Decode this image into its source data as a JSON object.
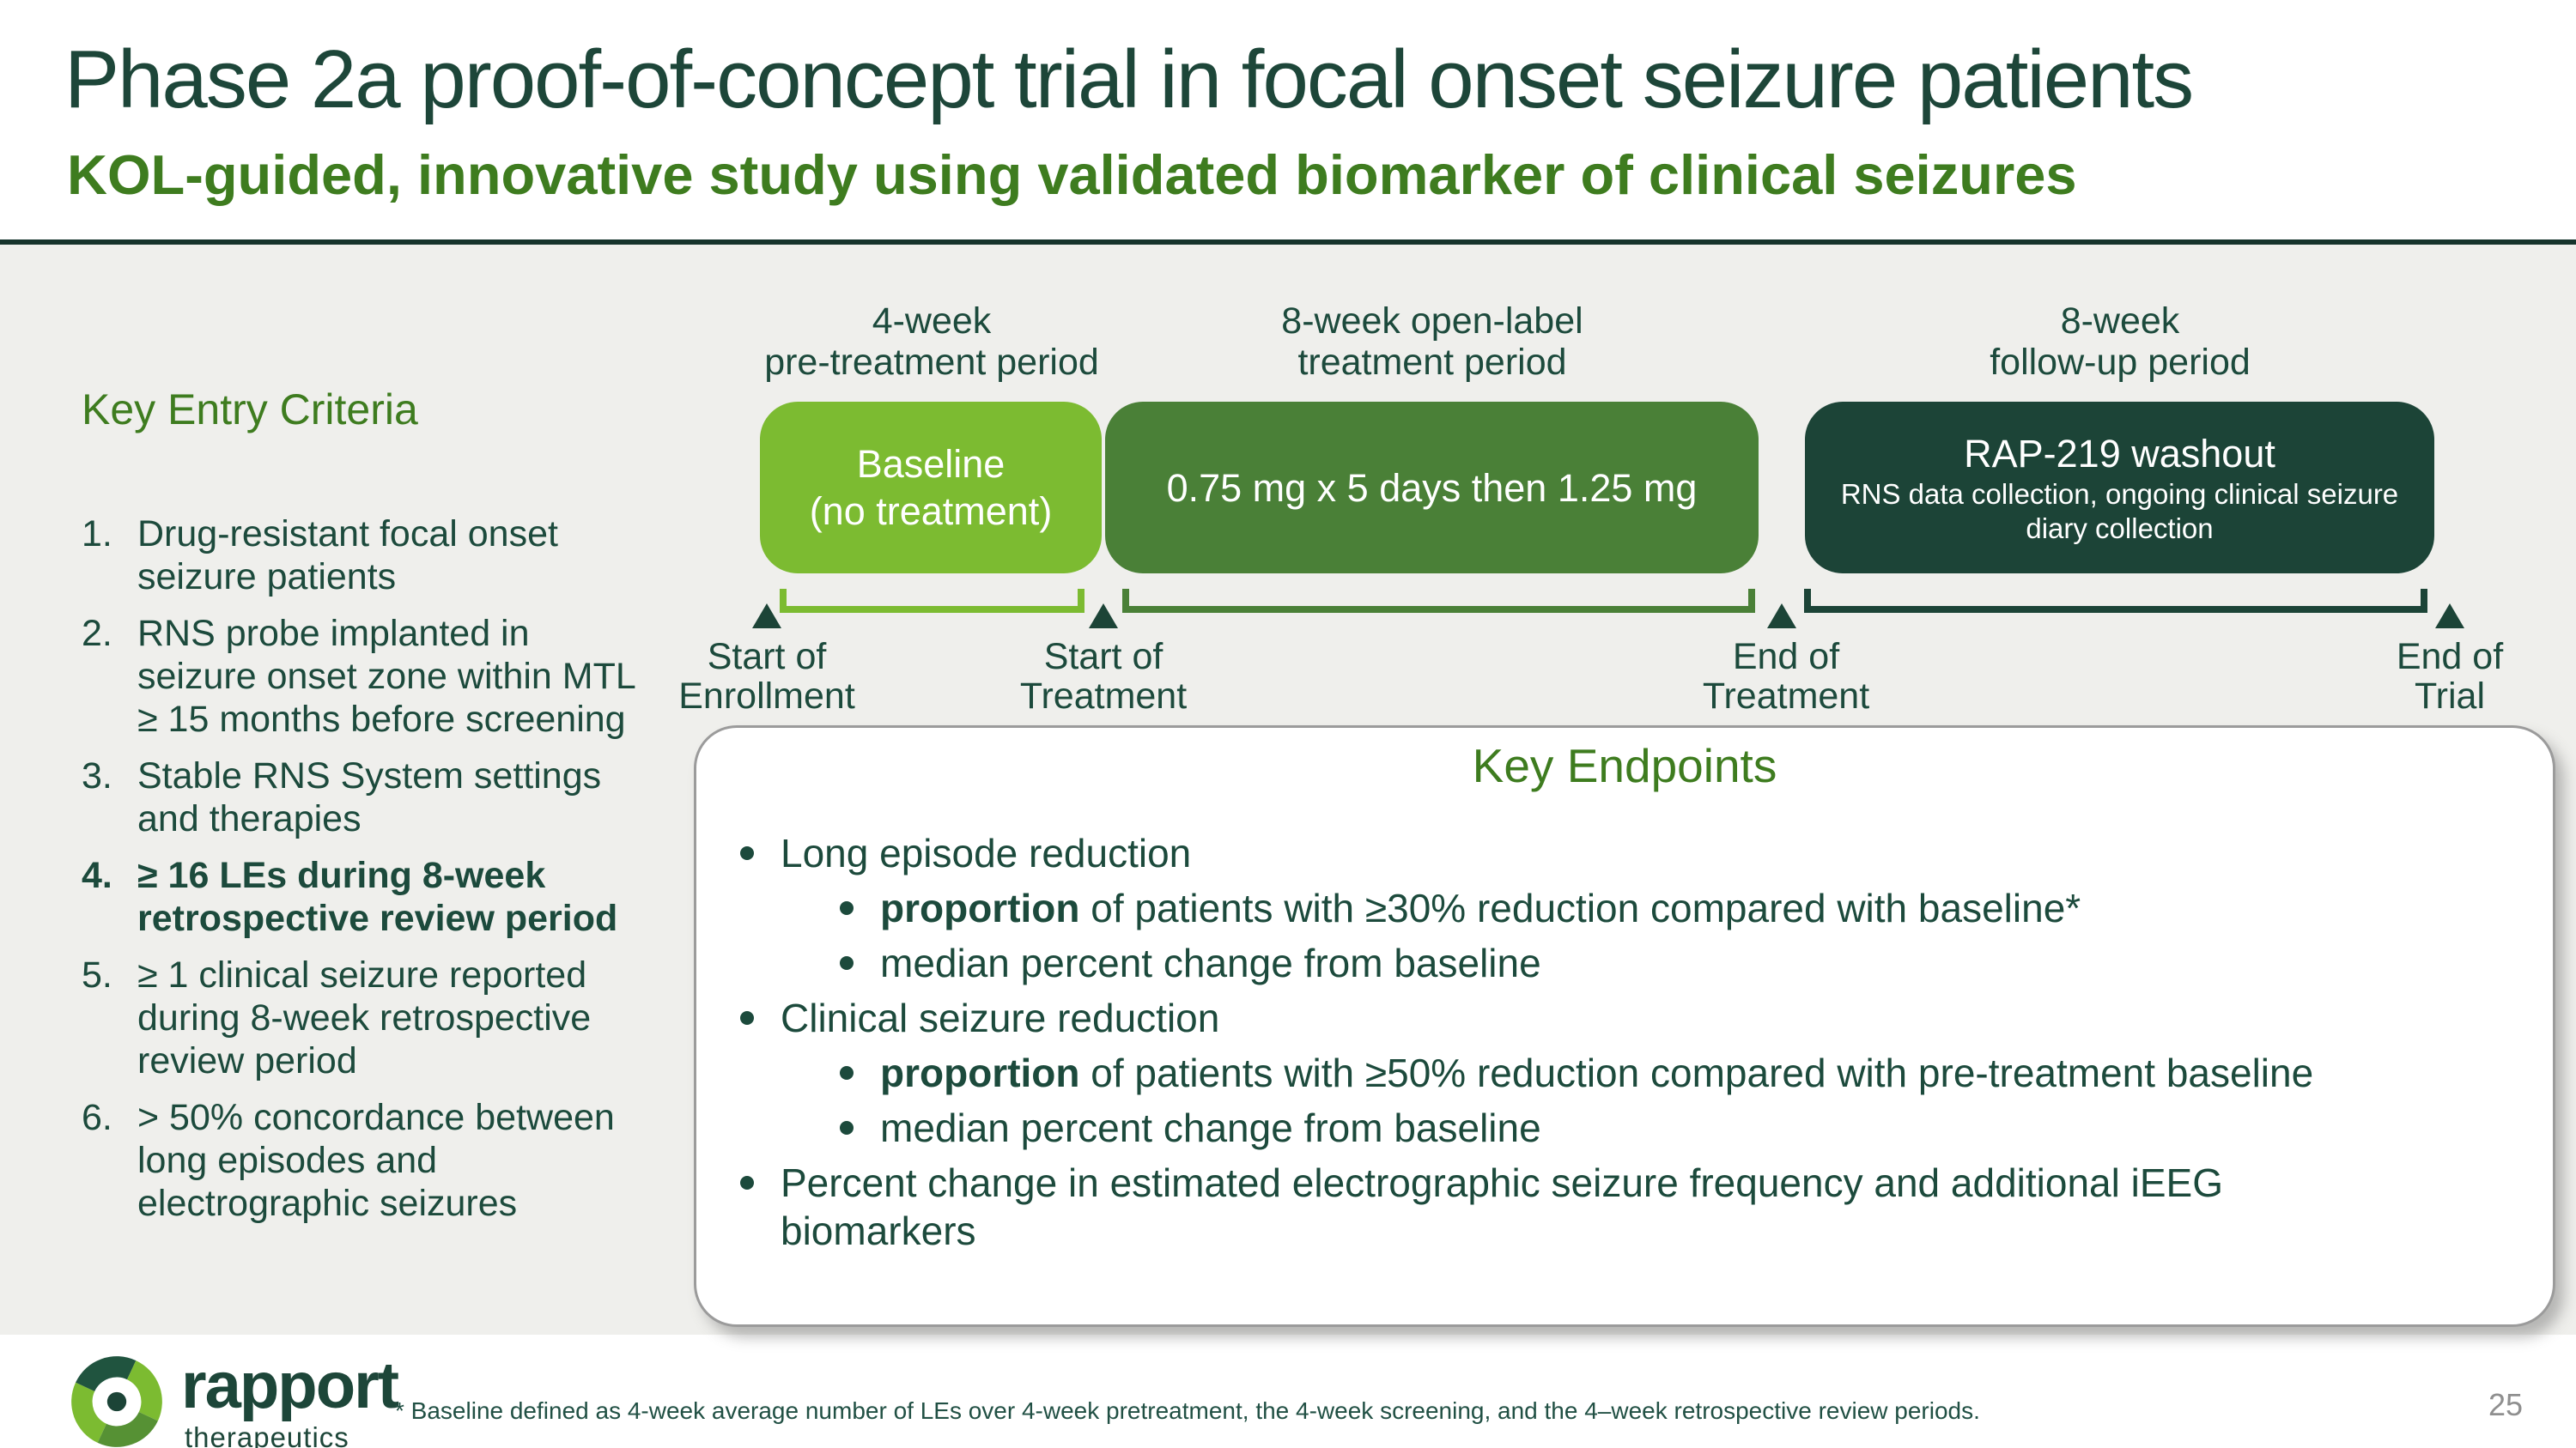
{
  "slide": {
    "title": "Phase 2a proof-of-concept trial in focal onset seizure patients",
    "subtitle": "KOL-guided, innovative study using validated biomarker of clinical seizures",
    "footnote": "* Baseline defined as 4-week average number of LEs over 4-week pretreatment, the 4-week screening, and the 4–week retrospective review periods.",
    "page_number": "25"
  },
  "colors": {
    "title_green": "#1d4639",
    "accent_green": "#3e7c1f",
    "body_green": "#1c4a3c",
    "box_light": "#7cbb31",
    "box_medium": "#4a8037",
    "box_dark": "#1c4437",
    "panel_gray": "#efefec",
    "divider": "#16342c",
    "page_number_gray": "#8f8f8f"
  },
  "logo": {
    "name": "rapport",
    "sub": "therapeutics"
  },
  "entry_criteria": {
    "heading": "Key Entry Criteria",
    "items": [
      {
        "num": "1.",
        "text": "Drug-resistant focal onset seizure patients",
        "bold": false
      },
      {
        "num": "2.",
        "text": "RNS probe implanted in seizure onset zone within MTL ≥ 15 months before screening",
        "bold": false
      },
      {
        "num": "3.",
        "text": "Stable RNS System settings and therapies",
        "bold": false
      },
      {
        "num": "4.",
        "text": "≥ 16 LEs during 8-week retrospective review period",
        "bold": true
      },
      {
        "num": "5.",
        "text": "≥ 1 clinical seizure reported during 8-week retrospective review period",
        "bold": false
      },
      {
        "num": "6.",
        "text": "> 50% concordance between long episodes and electrographic seizures",
        "bold": false
      }
    ]
  },
  "timeline": {
    "periods": [
      {
        "label_line1": "4-week",
        "label_line2": "pre-treatment period",
        "box_title": "Baseline",
        "box_subtitle": "(no treatment)",
        "color": "#7cbb31"
      },
      {
        "label_line1": "8-week open-label",
        "label_line2": "treatment period",
        "box_title": "0.75 mg x 5 days then 1.25 mg",
        "box_subtitle": "",
        "color": "#4a8037"
      },
      {
        "label_line1": "8-week",
        "label_line2": "follow-up period",
        "box_title": "RAP-219 washout",
        "box_subtitle": "RNS data collection, ongoing clinical seizure diary collection",
        "color": "#1c4437"
      }
    ],
    "milestones": [
      {
        "line1": "Start of",
        "line2": "Enrollment"
      },
      {
        "line1": "Start of",
        "line2": "Treatment"
      },
      {
        "line1": "End of",
        "line2": "Treatment"
      },
      {
        "line1": "End of",
        "line2": "Trial"
      }
    ]
  },
  "endpoints": {
    "heading": "Key Endpoints",
    "bullets": [
      {
        "level": 1,
        "lead": "",
        "text": "Long episode reduction"
      },
      {
        "level": 2,
        "lead": "proportion",
        "text": " of patients with ≥30% reduction compared with baseline*"
      },
      {
        "level": 2,
        "lead": "",
        "text": "median percent change from baseline"
      },
      {
        "level": 1,
        "lead": "",
        "text": "Clinical seizure reduction"
      },
      {
        "level": 2,
        "lead": "proportion",
        "text": " of patients with ≥50% reduction compared with pre-treatment baseline"
      },
      {
        "level": 2,
        "lead": "",
        "text": "median percent change from baseline"
      },
      {
        "level": 1,
        "lead": "",
        "text": "Percent change in estimated electrographic seizure frequency and additional iEEG biomarkers"
      }
    ]
  }
}
